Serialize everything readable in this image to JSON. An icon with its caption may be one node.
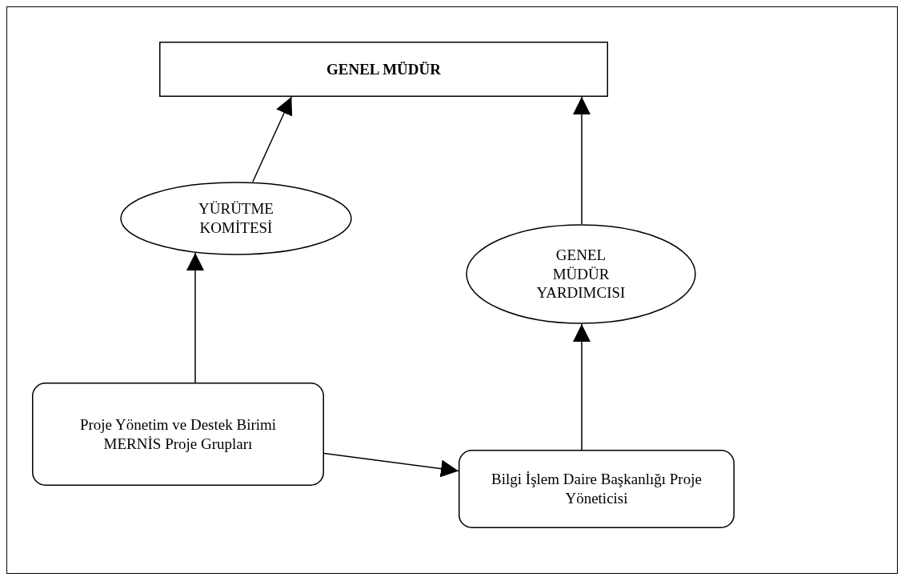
{
  "diagram": {
    "nodes": [
      {
        "text": [
          "GENEL MÜDÜR"
        ]
      },
      {
        "text": [
          "YÜRÜTME KOMİTESİ"
        ]
      },
      {
        "text": [
          "GENEL MÜDÜR YARDIMCISI"
        ]
      },
      {
        "text": [
          "Proje Yönetim ve Destek Birimi MERNİS Proje Grupları"
        ]
      },
      {
        "text": [
          "Bilgi İşlem Daire Başkanlığı Proje Yöneticisi"
        ]
      }
    ],
    "edges": [
      {
        "from": 1,
        "to": 0,
        "arrow": "to"
      },
      {
        "from": 2,
        "to": 0,
        "arrow": "to"
      },
      {
        "from": 3,
        "to": 1,
        "arrow": "to"
      },
      {
        "from": 4,
        "to": 2,
        "arrow": "to"
      },
      {
        "from": 3,
        "to": 4,
        "arrow": "to"
      }
    ]
  }
}
